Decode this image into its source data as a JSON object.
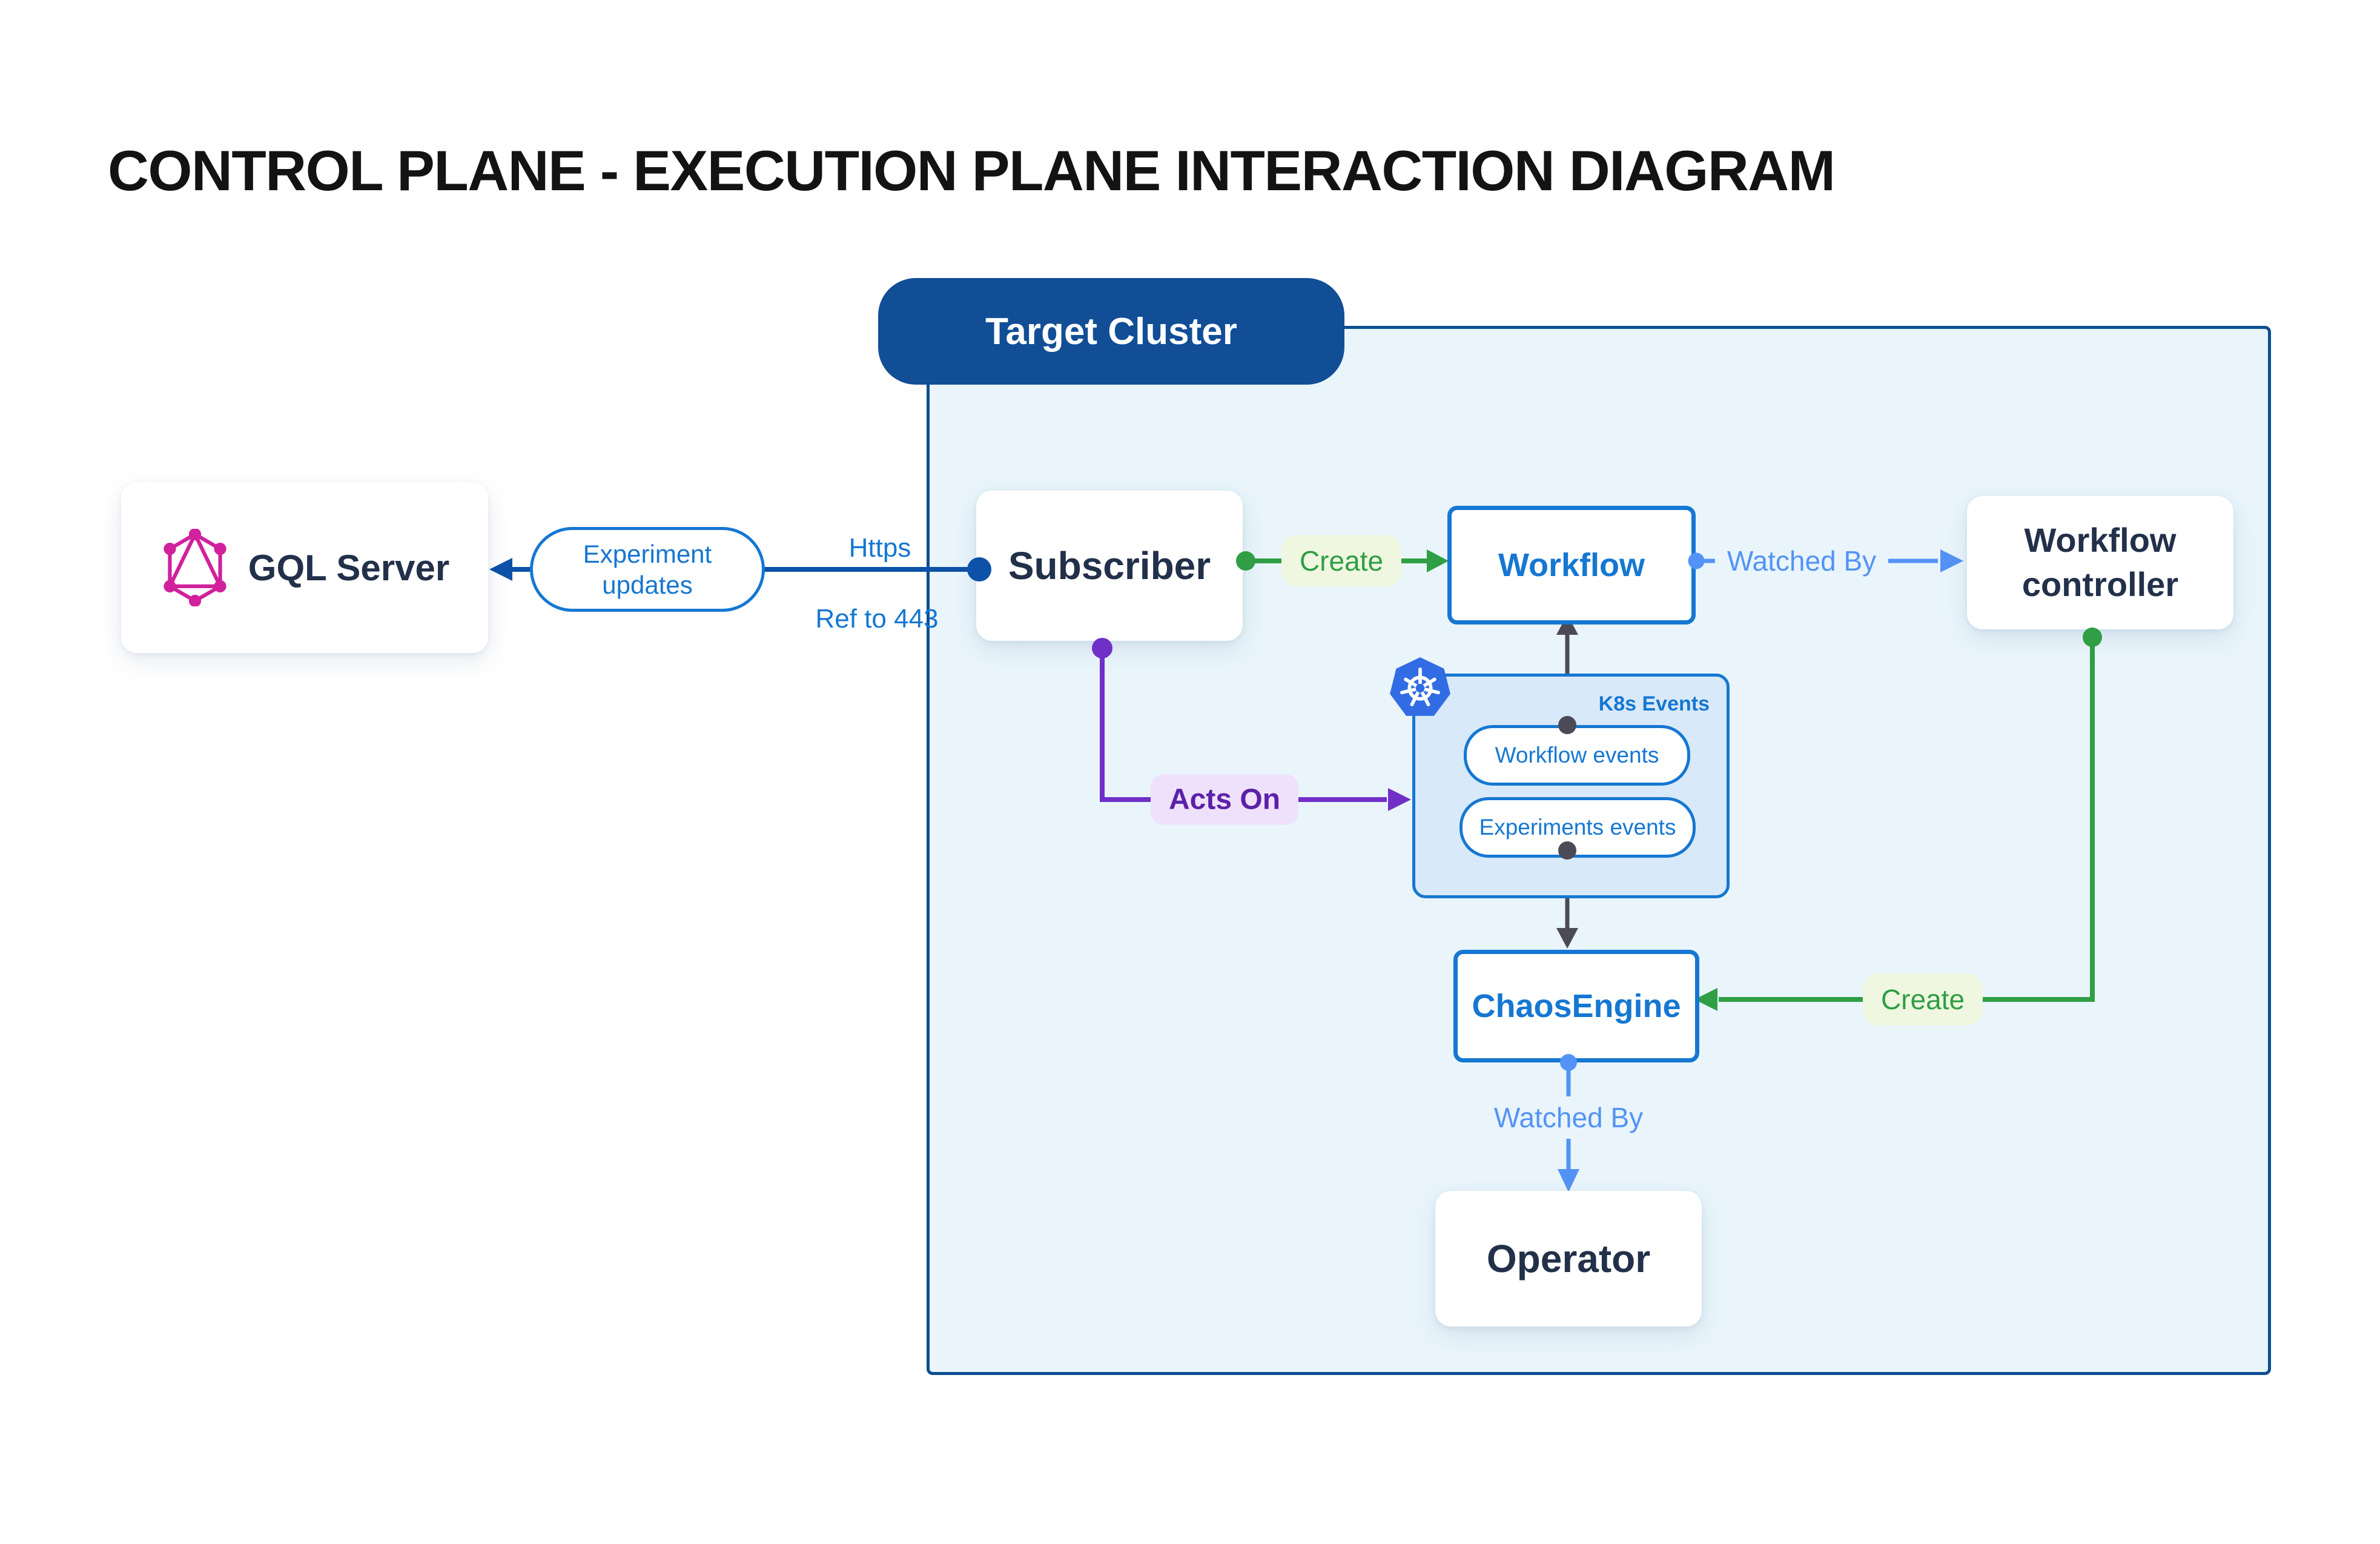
{
  "title": "CONTROL PLANE - EXECUTION PLANE INTERACTION DIAGRAM",
  "cluster": {
    "label": "Target Cluster"
  },
  "nodes": {
    "gql_server": {
      "label": "GQL Server",
      "icon": "graphql-icon"
    },
    "subscriber": {
      "label": "Subscriber"
    },
    "workflow": {
      "label": "Workflow"
    },
    "workflow_controller": {
      "label": "Workflow controller"
    },
    "chaos_engine": {
      "label": "ChaosEngine"
    },
    "operator": {
      "label": "Operator"
    }
  },
  "k8s_events": {
    "label": "K8s Events",
    "icon": "kubernetes-icon",
    "pills": [
      {
        "label": "Workflow events"
      },
      {
        "label": "Experiments events"
      }
    ]
  },
  "edges": {
    "experiment_updates": {
      "label": "Experiment updates"
    },
    "https": {
      "label": "Https"
    },
    "ref_to_443": {
      "label": "Ref to 443"
    },
    "create_workflow": {
      "label": "Create"
    },
    "watched_by_workflow": {
      "label": "Watched By"
    },
    "acts_on": {
      "label": "Acts On"
    },
    "create_chaos_engine": {
      "label": "Create"
    },
    "watched_by_operator": {
      "label": "Watched By"
    }
  },
  "colors": {
    "accent_blue": "#1577D2",
    "dark_blue_border": "#0D4D92",
    "cluster_pill_bg": "#114E96",
    "navy_text": "#22304A",
    "cluster_fill": "#E9F5FB",
    "k8s_panel_fill": "#D8E9F9",
    "green": "#2F9E44",
    "green_label_bg": "#EFF7E0",
    "light_blue": "#5493F5",
    "purple_line": "#7030C8",
    "purple_text": "#5B21A8",
    "purple_label_bg": "#EFE1FB",
    "gray_line": "#4D4A57",
    "kubernetes_blue": "#326CE5",
    "graphql_pink": "#D1219C"
  }
}
